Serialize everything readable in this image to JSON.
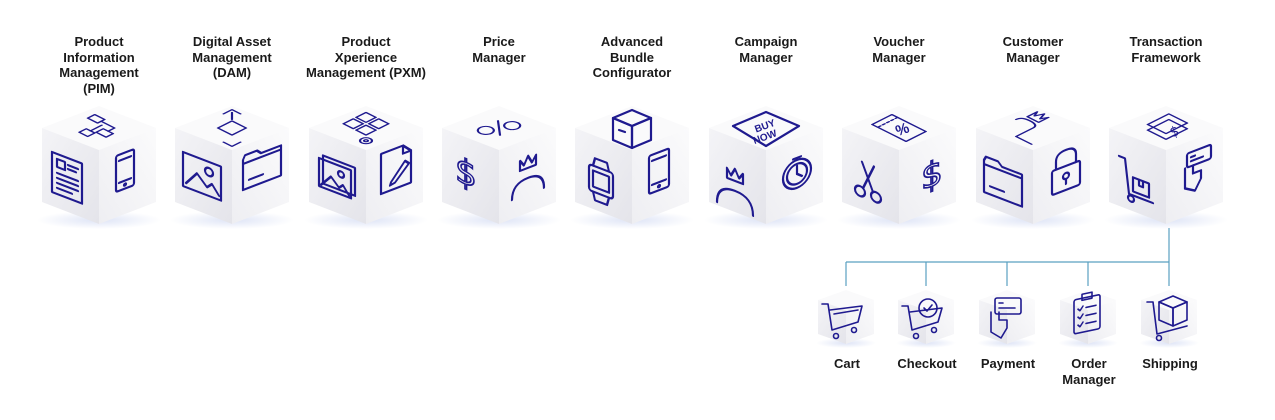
{
  "modules": [
    {
      "title": "Product\nInformation\nManagement\n(PIM)"
    },
    {
      "title": "Digital Asset\nManagement\n(DAM)"
    },
    {
      "title": "Product\nXperience\nManagement (PXM)"
    },
    {
      "title": "Price\nManager"
    },
    {
      "title": "Advanced\nBundle\nConfigurator"
    },
    {
      "title": "Campaign\nManager"
    },
    {
      "title": "Voucher\nManager"
    },
    {
      "title": "Customer\nManager"
    },
    {
      "title": "Transaction\nFramework"
    }
  ],
  "sub_modules": [
    {
      "label": "Cart"
    },
    {
      "label": "Checkout"
    },
    {
      "label": "Payment"
    },
    {
      "label": "Order\nManager"
    },
    {
      "label": "Shipping"
    }
  ],
  "campaign_icon_text": {
    "line1": "BUY",
    "line2": "NOW"
  },
  "voucher_icon_text": "%",
  "price_icon_text": "%",
  "dollar_glyph": "$",
  "colors": {
    "icon": "#1f1a8f",
    "connector": "#5aa0c0",
    "cube_top": "#f7f7f9",
    "cube_left": "#ececf1",
    "cube_right": "#f2f2f5"
  }
}
